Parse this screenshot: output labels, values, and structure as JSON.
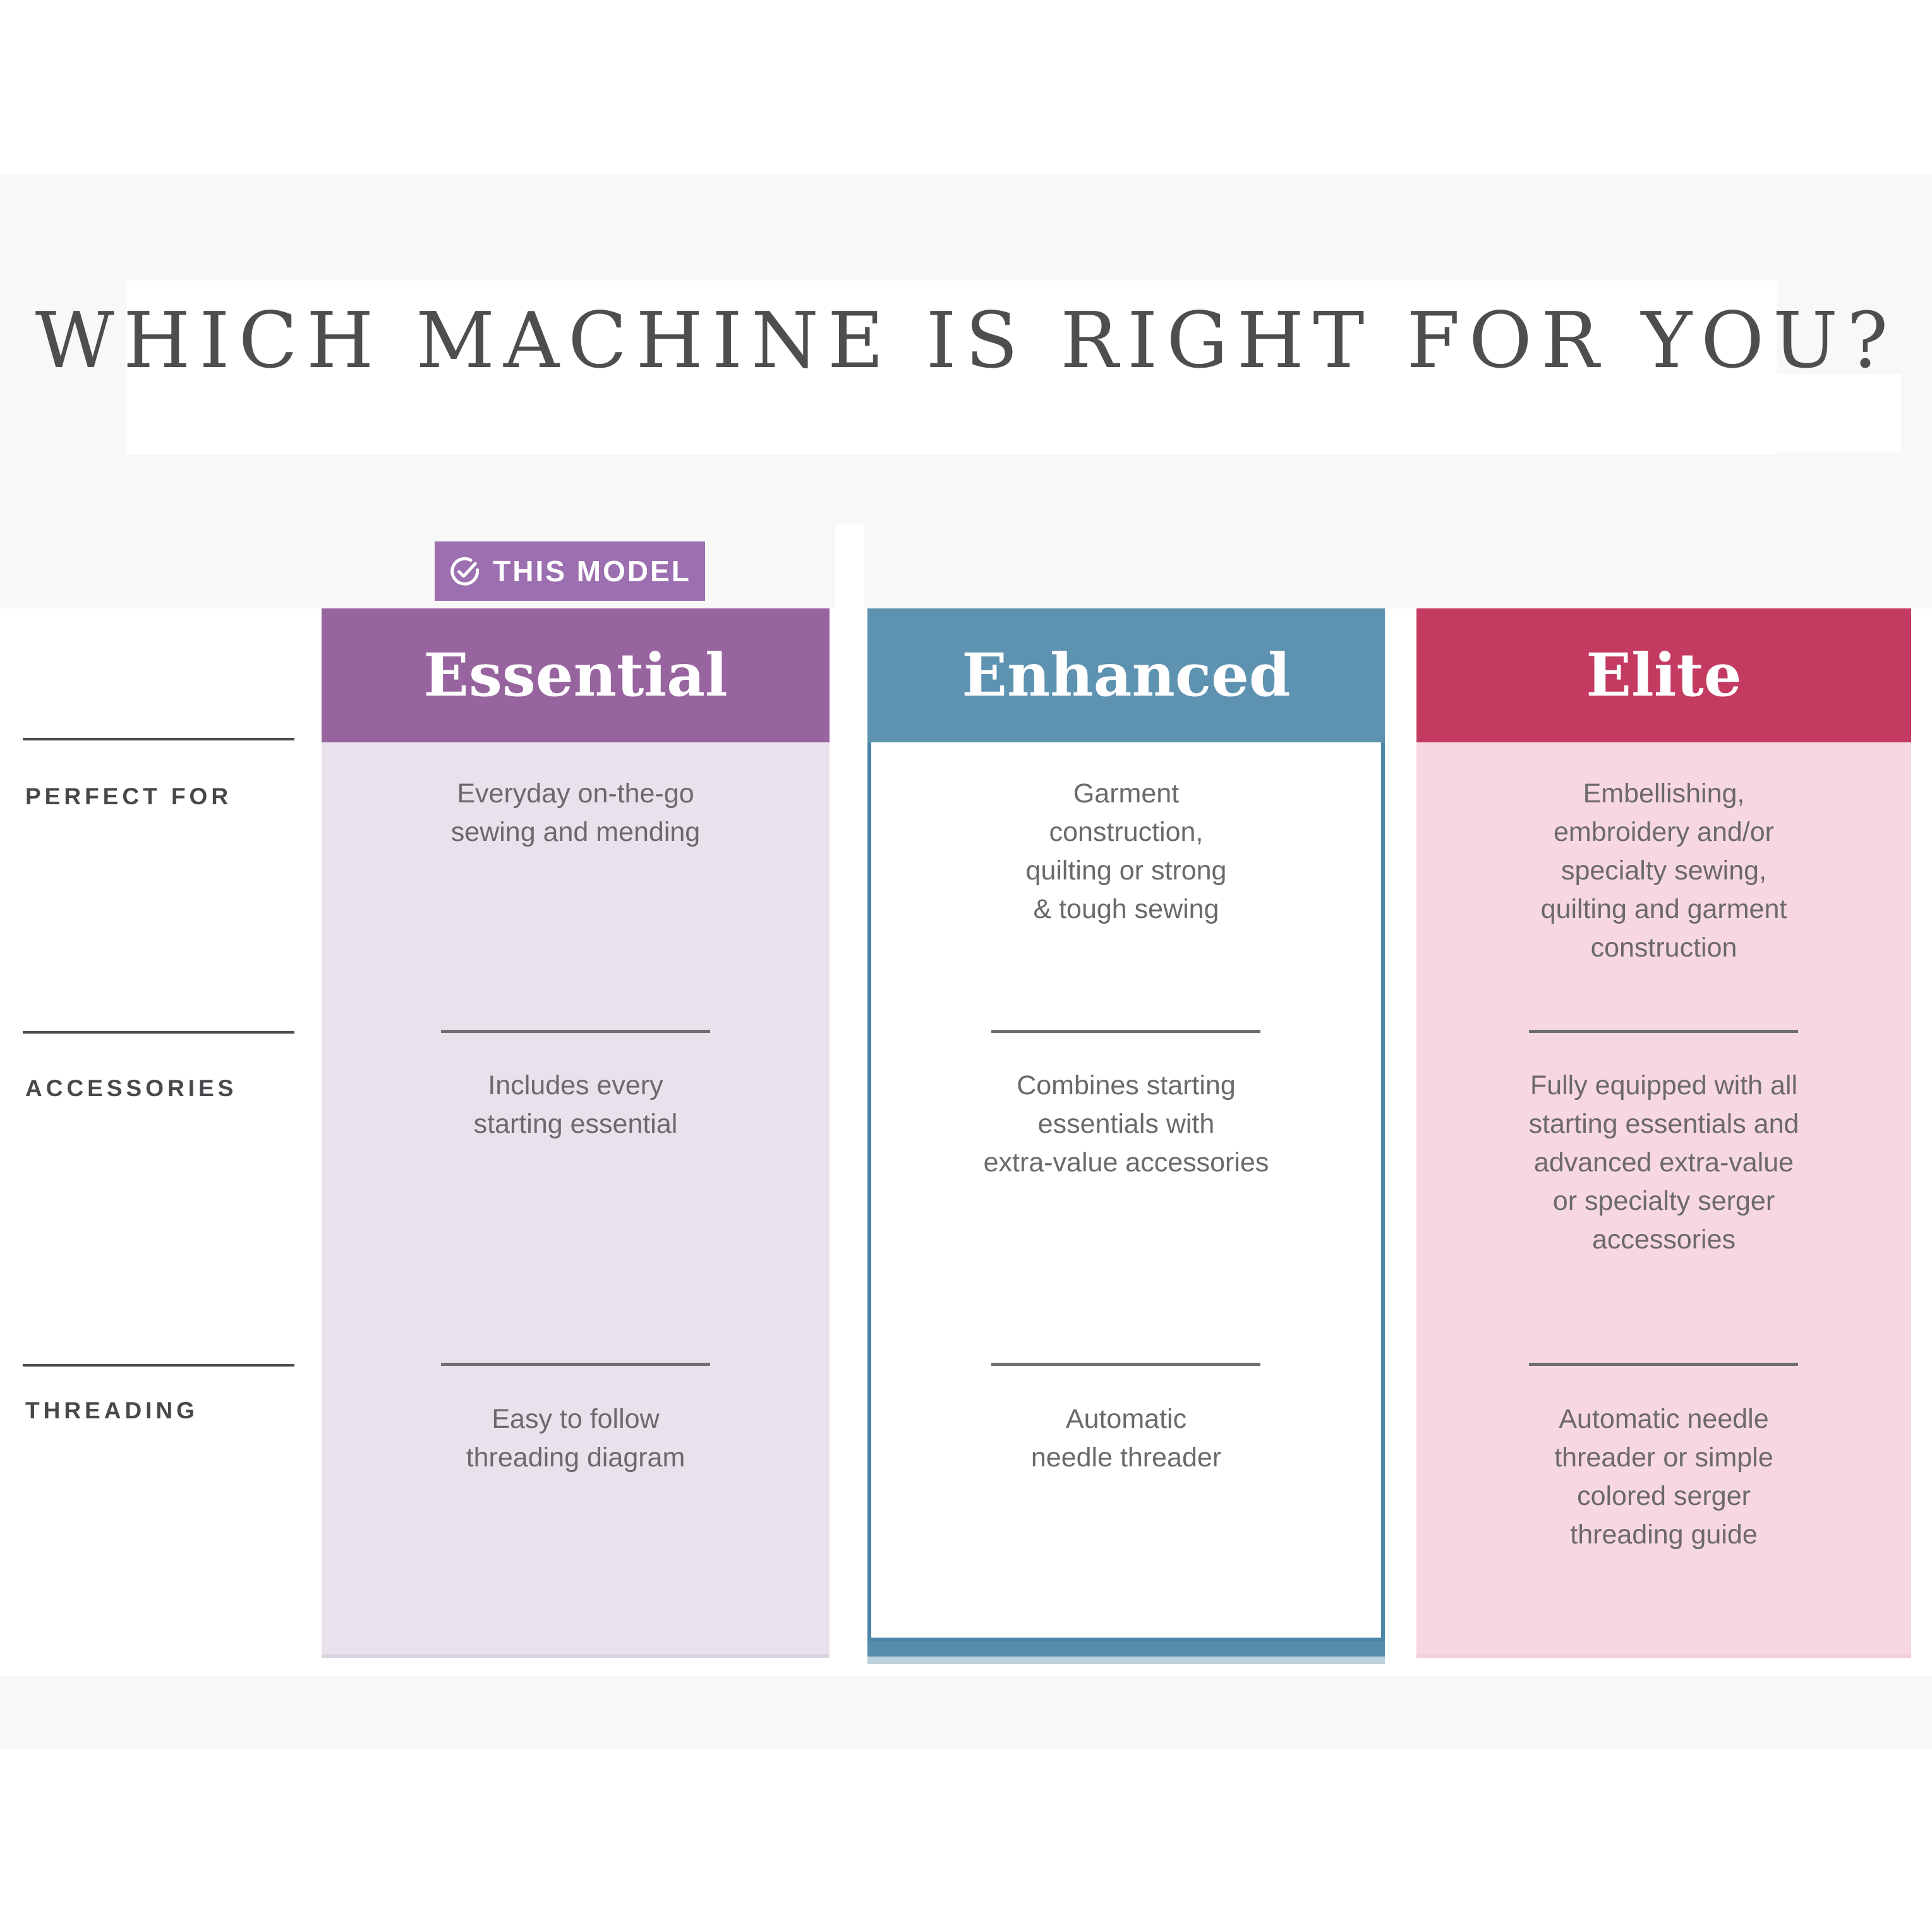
{
  "page": {
    "title": "WHICH MACHINE IS RIGHT FOR YOU?"
  },
  "badge": {
    "label": "THIS MODEL",
    "icon": "check-circle-icon",
    "background": "#9c6fb0"
  },
  "rows": {
    "perfect_for": "PERFECT FOR",
    "accessories": "ACCESSORIES",
    "threading": "THREADING"
  },
  "columns": [
    {
      "name": "Essential",
      "tagged_this_model": true,
      "colors": {
        "header": "#98649f",
        "body": "#e9e1ec"
      },
      "perfect_for": "Everyday on-the-go\nsewing and mending",
      "accessories": "Includes every\nstarting essential",
      "threading": "Easy to follow\nthreading diagram"
    },
    {
      "name": "Enhanced",
      "tagged_this_model": false,
      "colors": {
        "header": "#5e92b1",
        "body": "#ffffff",
        "border": "#4c86a6",
        "footer_dark": "#588cab",
        "footer_light": "#bdd3de"
      },
      "perfect_for": "Garment\nconstruction,\nquilting or strong\n& tough sewing",
      "accessories": "Combines starting\nessentials with\nextra-value accessories",
      "threading": "Automatic\nneedle threader"
    },
    {
      "name": "Elite",
      "tagged_this_model": false,
      "colors": {
        "header": "#c43b62",
        "body": "#f7d8e2"
      },
      "perfect_for": "Embellishing,\nembroidery and/or\nspecialty sewing,\nquilting and garment\nconstruction",
      "accessories": "Fully equipped with all\nstarting essentials and\nadvanced extra-value\nor specialty serger\naccessories",
      "threading": "Automatic needle\nthreader or simple\ncolored serger\nthreading guide"
    }
  ],
  "chart_data": {
    "type": "table",
    "title": "WHICH MACHINE IS RIGHT FOR YOU?",
    "columns": [
      "Essential",
      "Enhanced",
      "Elite"
    ],
    "rows": [
      "PERFECT FOR",
      "ACCESSORIES",
      "THREADING"
    ],
    "cells": [
      [
        "Everyday on-the-go sewing and mending",
        "Garment construction, quilting or strong & tough sewing",
        "Embellishing, embroidery and/or specialty sewing, quilting and garment construction"
      ],
      [
        "Includes every starting essential",
        "Combines starting essentials with extra-value accessories",
        "Fully equipped with all starting essentials and advanced extra-value or specialty serger accessories"
      ],
      [
        "Easy to follow threading diagram",
        "Automatic needle threader",
        "Automatic needle threader or simple colored serger threading guide"
      ]
    ],
    "annotations": [
      "THIS MODEL badge points to the Essential column"
    ]
  }
}
